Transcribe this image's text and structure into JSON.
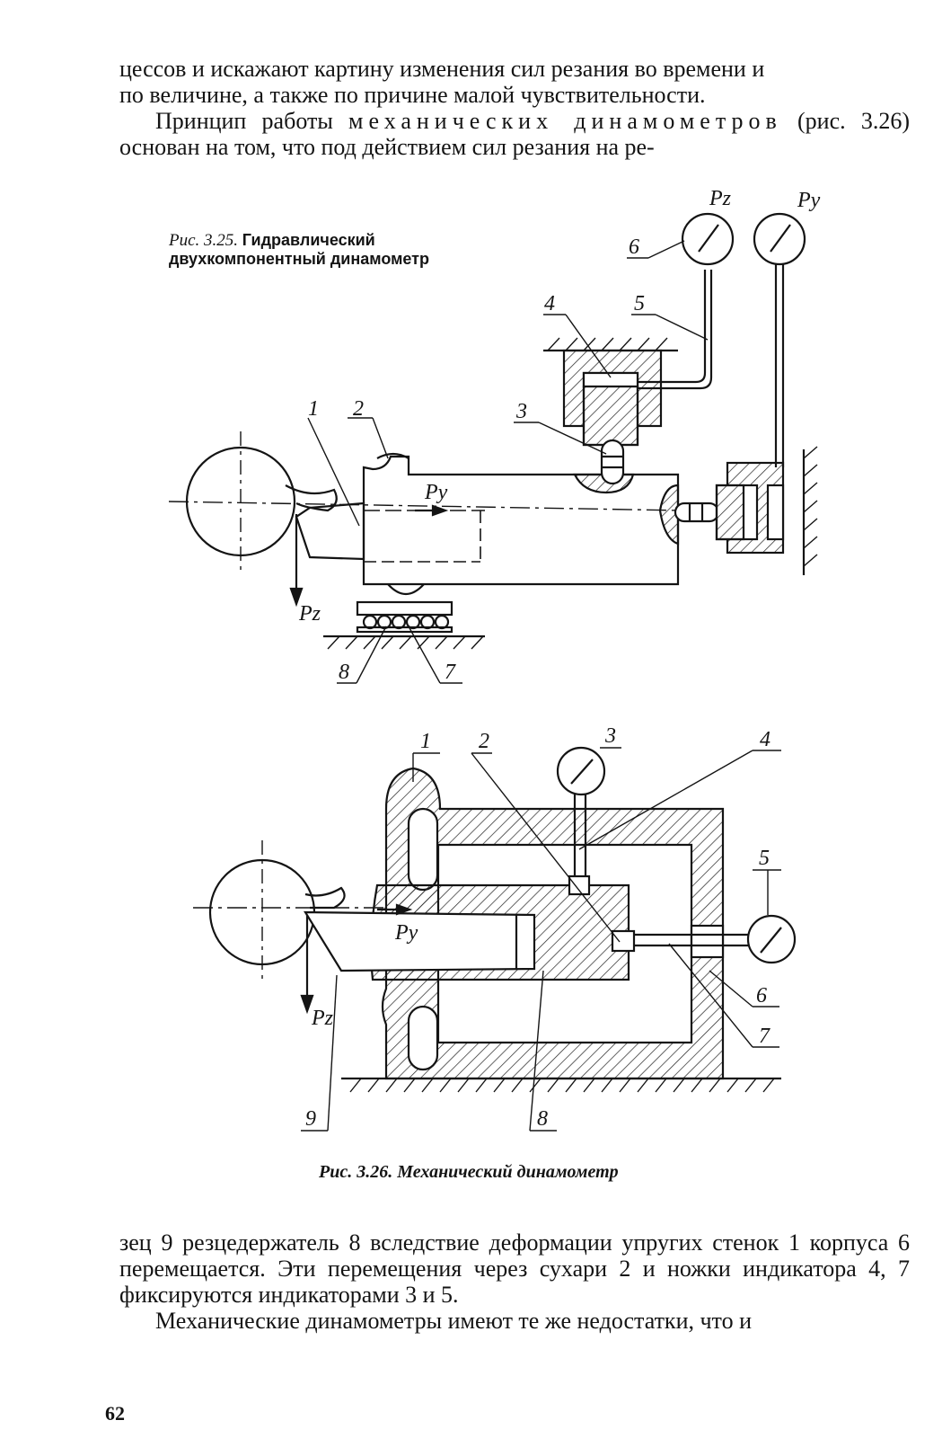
{
  "text_top": {
    "line1": "цессов и искажают картину изменения сил резания во времени и",
    "line2": "по величине, а также по причине малой чувствительности.",
    "p2_start": "Принцип работы ",
    "p2_spaced": "механических динамометров",
    "p2_rest": " (рис. 3.26) основан на том, что под действием сил резания на ре-"
  },
  "fig325": {
    "caption_label": "Рис. 3.25.",
    "caption_title": "Гидравлический двухкомпонентный динамометр",
    "labels": {
      "n1": "1",
      "n2": "2",
      "n3": "3",
      "n4": "4",
      "n5": "5",
      "n6": "6",
      "n7": "7",
      "n8": "8",
      "pz_top": "Pz",
      "py_top": "Py",
      "py_force": "Py",
      "pz_force": "Pz"
    }
  },
  "fig326": {
    "caption": "Рис. 3.26. Механический динамометр",
    "labels": {
      "n1": "1",
      "n2": "2",
      "n3": "3",
      "n4": "4",
      "n5": "5",
      "n6": "6",
      "n7": "7",
      "n8": "8",
      "n9": "9",
      "py_force": "Py",
      "pz_force": "Pz"
    }
  },
  "text_bottom": {
    "p1": "зец 9 резцедержатель 8 вследствие деформации упругих стенок 1 корпуса 6 перемещается. Эти перемещения через сухари 2 и ножки индикатора 4, 7 фиксируются индикаторами 3 и 5.",
    "p2": "Механические динамометры имеют те же недостатки, что и"
  },
  "page_number": "62"
}
